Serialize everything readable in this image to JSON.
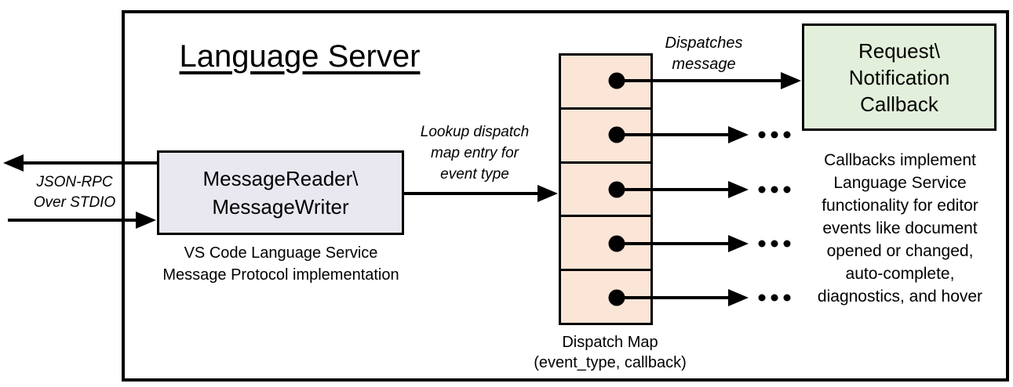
{
  "diagram": {
    "title": "Language Server",
    "stdio_label": {
      "lines": [
        "JSON-RPC",
        "Over STDIO"
      ]
    },
    "message_box": {
      "lines": [
        "MessageReader\\",
        "MessageWriter"
      ],
      "caption_lines": [
        "VS Code Language Service",
        "Message Protocol implementation"
      ]
    },
    "lookup_label": {
      "lines": [
        "Lookup dispatch",
        "map entry for",
        "event type"
      ]
    },
    "dispatches_label": {
      "lines": [
        "Dispatches",
        "message"
      ]
    },
    "dispatch_map": {
      "rows": 5,
      "label_lines": [
        "Dispatch Map",
        "(event_type, callback)"
      ]
    },
    "callback_box": {
      "lines": [
        "Request\\",
        "Notification",
        "Callback"
      ]
    },
    "callbacks_note": {
      "lines": [
        "Callbacks implement",
        "Language Service",
        "functionality for editor",
        "events like document",
        "opened or changed,",
        "auto-complete,",
        "diagnostics, and hover"
      ]
    },
    "ellipsis": "...",
    "colors": {
      "message_box_fill": "#e9e8f0",
      "dispatch_map_fill": "#fbe5d6",
      "callback_box_fill": "#e2efda",
      "stroke": "#000000"
    }
  }
}
